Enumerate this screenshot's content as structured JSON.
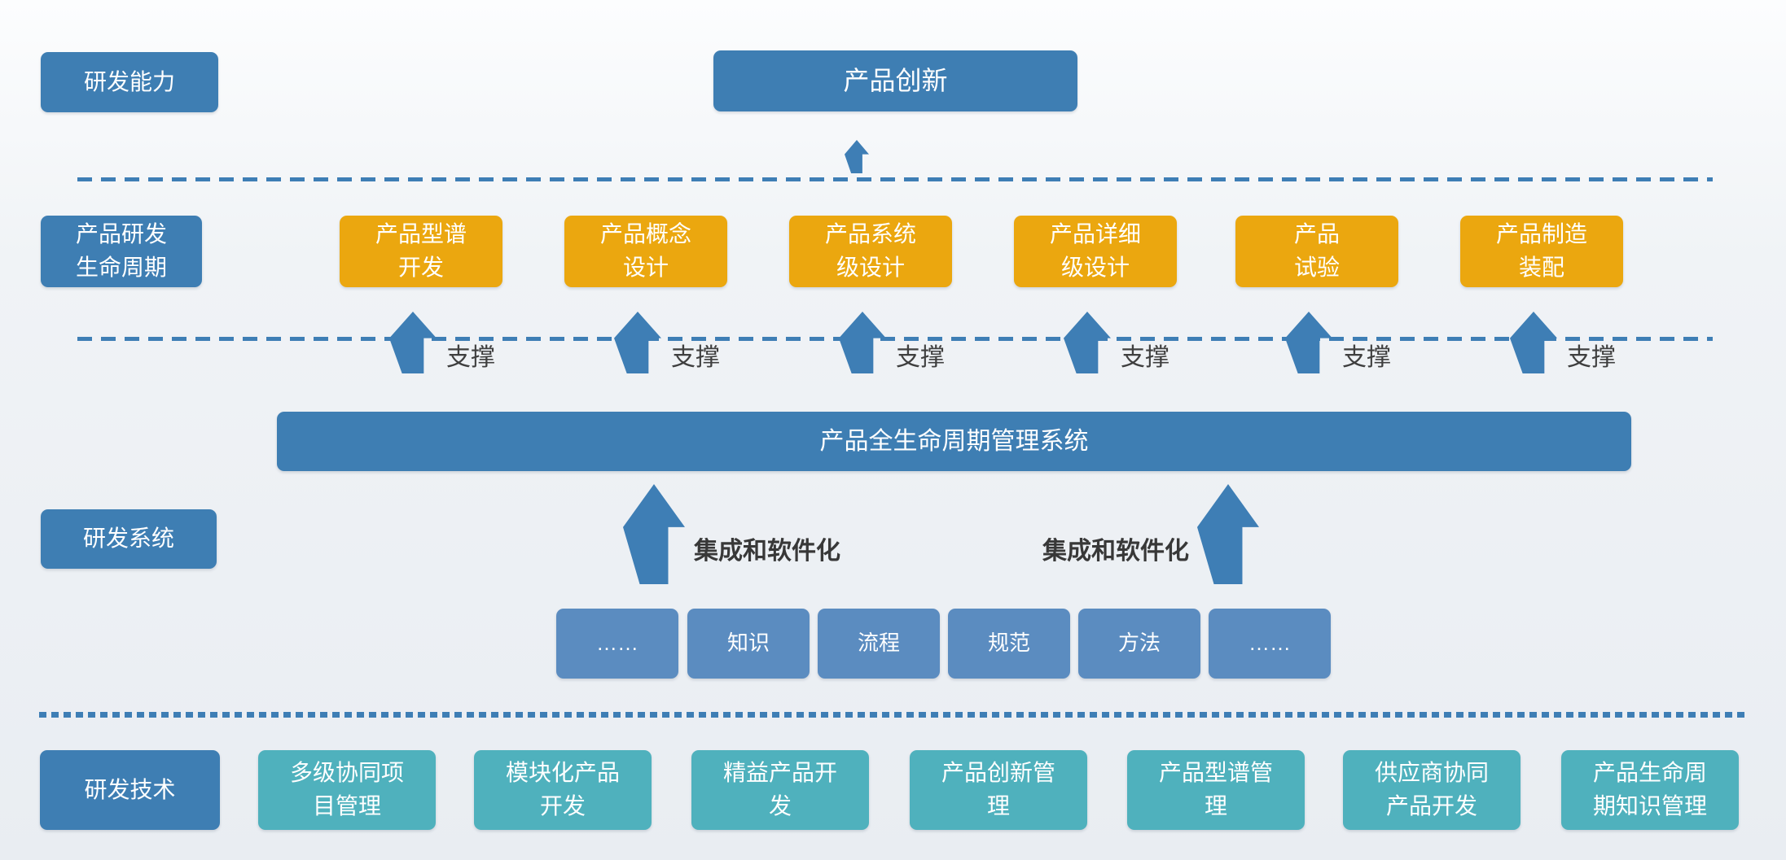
{
  "title_row": {
    "capability_label": "研发能力",
    "innovation_label": "产品创新"
  },
  "lifecycle_row": {
    "label": "产品研发\n生命周期",
    "stages": [
      "产品型谱\n开发",
      "产品概念\n设计",
      "产品系统\n级设计",
      "产品详细\n级设计",
      "产品\n试验",
      "产品制造\n装配"
    ],
    "support_label": "支撑"
  },
  "system_row": {
    "label": "研发系统",
    "plm_bar_label": "产品全生命周期管理系统",
    "integration_label": "集成和软件化",
    "elements": [
      "……",
      "知识",
      "流程",
      "规范",
      "方法",
      "……"
    ]
  },
  "technology_row": {
    "label": "研发技术",
    "items": [
      "多级协同项\n目管理",
      "模块化产品\n开发",
      "精益产品开\n发",
      "产品创新管\n理",
      "产品型谱管\n理",
      "供应商协同\n产品开发",
      "产品生命周\n期知识管理"
    ]
  },
  "colors": {
    "steel_blue": "#3E7EB3",
    "light_blue": "#5B8CC0",
    "orange": "#EBA70F",
    "teal": "#4FB1BD",
    "line_blue": "#3E7EB5",
    "label_text": "#3F3F3F",
    "box_text": "#FFFFFF"
  }
}
